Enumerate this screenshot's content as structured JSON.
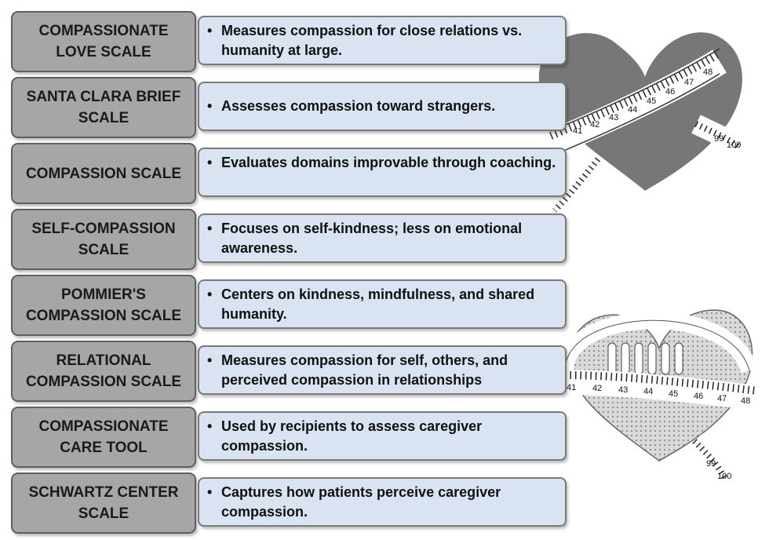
{
  "scales": [
    {
      "name": "COMPASSIONATE\nLOVE SCALE",
      "description": "Measures compassion for close relations vs. humanity at large."
    },
    {
      "name": "SANTA CLARA BRIEF\nSCALE",
      "description": "Assesses compassion toward strangers."
    },
    {
      "name": "COMPASSION SCALE",
      "description": "Evaluates domains improvable through coaching."
    },
    {
      "name": "SELF-COMPASSION\nSCALE",
      "description": "Focuses on self-kindness; less on emotional awareness."
    },
    {
      "name": "POMMIER'S\nCOMPASSION SCALE",
      "description": "Centers on kindness, mindfulness, and shared humanity."
    },
    {
      "name": "RELATIONAL\nCOMPASSION SCALE",
      "description": "Measures compassion for self, others, and perceived compassion in relationships"
    },
    {
      "name": "COMPASSIONATE\nCARE TOOL",
      "description": "Used by recipients to assess caregiver compassion."
    },
    {
      "name": "SCHWARTZ CENTER\nSCALE",
      "description": "Captures how patients perceive caregiver compassion."
    }
  ],
  "bullet": "•",
  "tape_top_numbers": [
    "41",
    "42",
    "43",
    "44",
    "45",
    "46",
    "47",
    "48"
  ],
  "tape_top_end_numbers": [
    "99",
    "100"
  ],
  "tape_bottom_numbers": [
    "41",
    "42",
    "43",
    "44",
    "45",
    "46",
    "47",
    "48"
  ],
  "tape_bottom_end_numbers": [
    "99",
    "100"
  ]
}
